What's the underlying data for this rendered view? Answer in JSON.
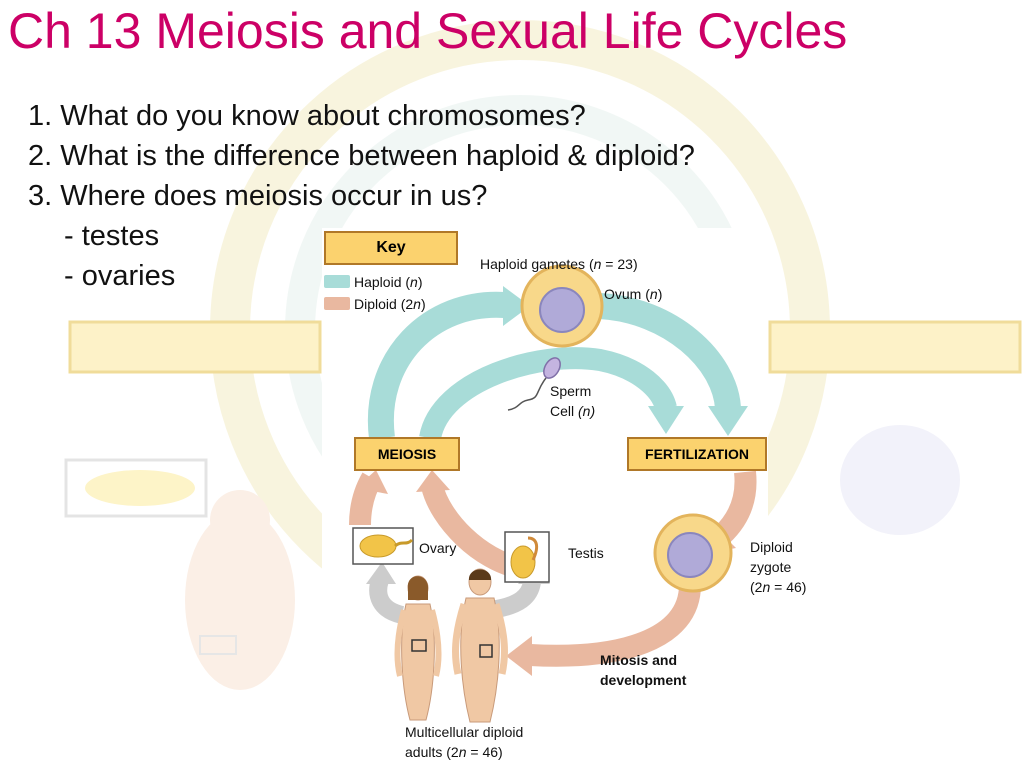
{
  "slide": {
    "title": "Ch 13 Meiosis and Sexual Life Cycles",
    "questions": [
      "1. What do you know about chromosomes?",
      "2. What is the difference between haploid & diploid?",
      "3. Where does meiosis occur in us?"
    ],
    "answers": [
      "- testes",
      "- ovaries"
    ]
  },
  "diagram": {
    "key": {
      "title": "Key",
      "haploid_label": "Haploid (",
      "haploid_n": "n",
      "diploid_label": "Diploid (2",
      "diploid_n": "n",
      "close_paren": ")"
    },
    "labels": {
      "haploid_gametes": "Haploid gametes (",
      "haploid_gametes_n": "n",
      "haploid_gametes_rest": " = 23)",
      "ovum": "Ovum (",
      "ovum_n": "n",
      "sperm_line1": "Sperm",
      "sperm_line2": "Cell ",
      "sperm_n": "(n)",
      "meiosis": "MEIOSIS",
      "fertilization": "FERTILIZATION",
      "ovary": "Ovary",
      "testis": "Testis",
      "zygote_line1": "Diploid",
      "zygote_line2": "zygote",
      "zygote_line3a": "(2",
      "zygote_n": "n",
      "zygote_line3b": " = 46)",
      "mitosis_line1": "Mitosis and",
      "mitosis_line2": "development",
      "adults_line1": "Multicellular diploid",
      "adults_line2a": "adults (2",
      "adults_n": "n",
      "adults_line2b": " = 46)"
    },
    "colors": {
      "haploid": "#a8dcd8",
      "diploid": "#e9b8a0",
      "box_fill": "#fbd26e",
      "title": "#cc0066"
    }
  }
}
